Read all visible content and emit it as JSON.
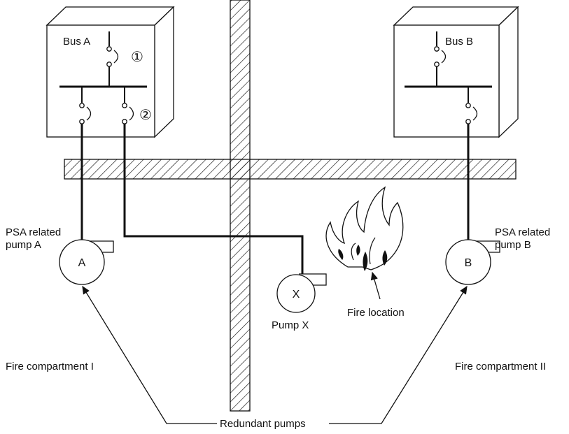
{
  "labels": {
    "bus_a": "Bus A",
    "bus_b": "Bus B",
    "breaker_1": "①",
    "breaker_2": "②",
    "pump_a_line1": "PSA related",
    "pump_a_line2": "pump A",
    "pump_b_line1": "PSA related",
    "pump_b_line2": "pump B",
    "pump_a_letter": "A",
    "pump_b_letter": "B",
    "pump_x_letter": "X",
    "pump_x": "Pump X",
    "fire_location": "Fire location",
    "fire_compartment_1": "Fire compartment I",
    "fire_compartment_2": "Fire compartment II",
    "redundant_pumps": "Redundant pumps"
  }
}
